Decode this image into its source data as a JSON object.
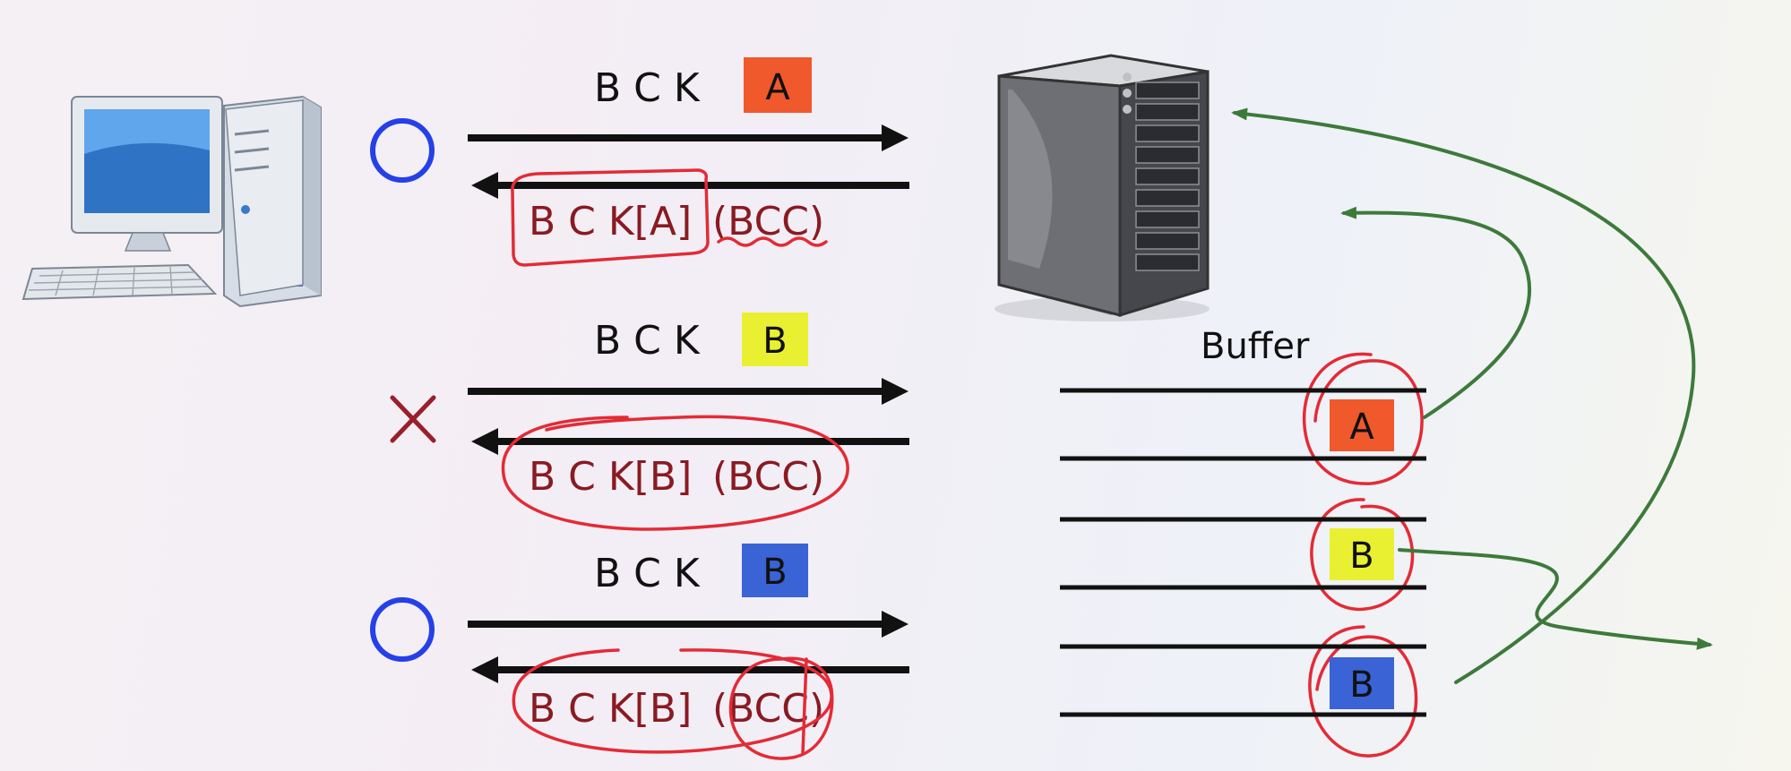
{
  "rows": [
    {
      "status": "circle",
      "status_color": "#2540e8",
      "request_prefix": "B C K",
      "request_tag": "A",
      "tag_color": "#f0592b",
      "response_main": "B C K[A]",
      "response_suffix": "(BCC)"
    },
    {
      "status": "cross",
      "status_color": "#9a1f2a",
      "request_prefix": "B C K",
      "request_tag": "B",
      "tag_color": "#e9f032",
      "response_main": "B C K[B]",
      "response_suffix": "(BCC)"
    },
    {
      "status": "circle",
      "status_color": "#2540e8",
      "request_prefix": "B C K",
      "request_tag": "B",
      "tag_color": "#3a63d6",
      "response_main": "B C K[B]",
      "response_suffix": "(BCC)"
    }
  ],
  "buffer": {
    "label": "Buffer",
    "items": [
      {
        "tag": "A",
        "color": "#f0592b"
      },
      {
        "tag": "B",
        "color": "#e9f032"
      },
      {
        "tag": "B",
        "color": "#3a63d6"
      }
    ]
  },
  "colors": {
    "arrow": "#111111",
    "response_text": "#8a1a22",
    "annotation": "#e32b36",
    "flow": "#3d7a3a"
  },
  "icons": {
    "client": "desktop-computer-icon",
    "server": "server-tower-icon"
  }
}
